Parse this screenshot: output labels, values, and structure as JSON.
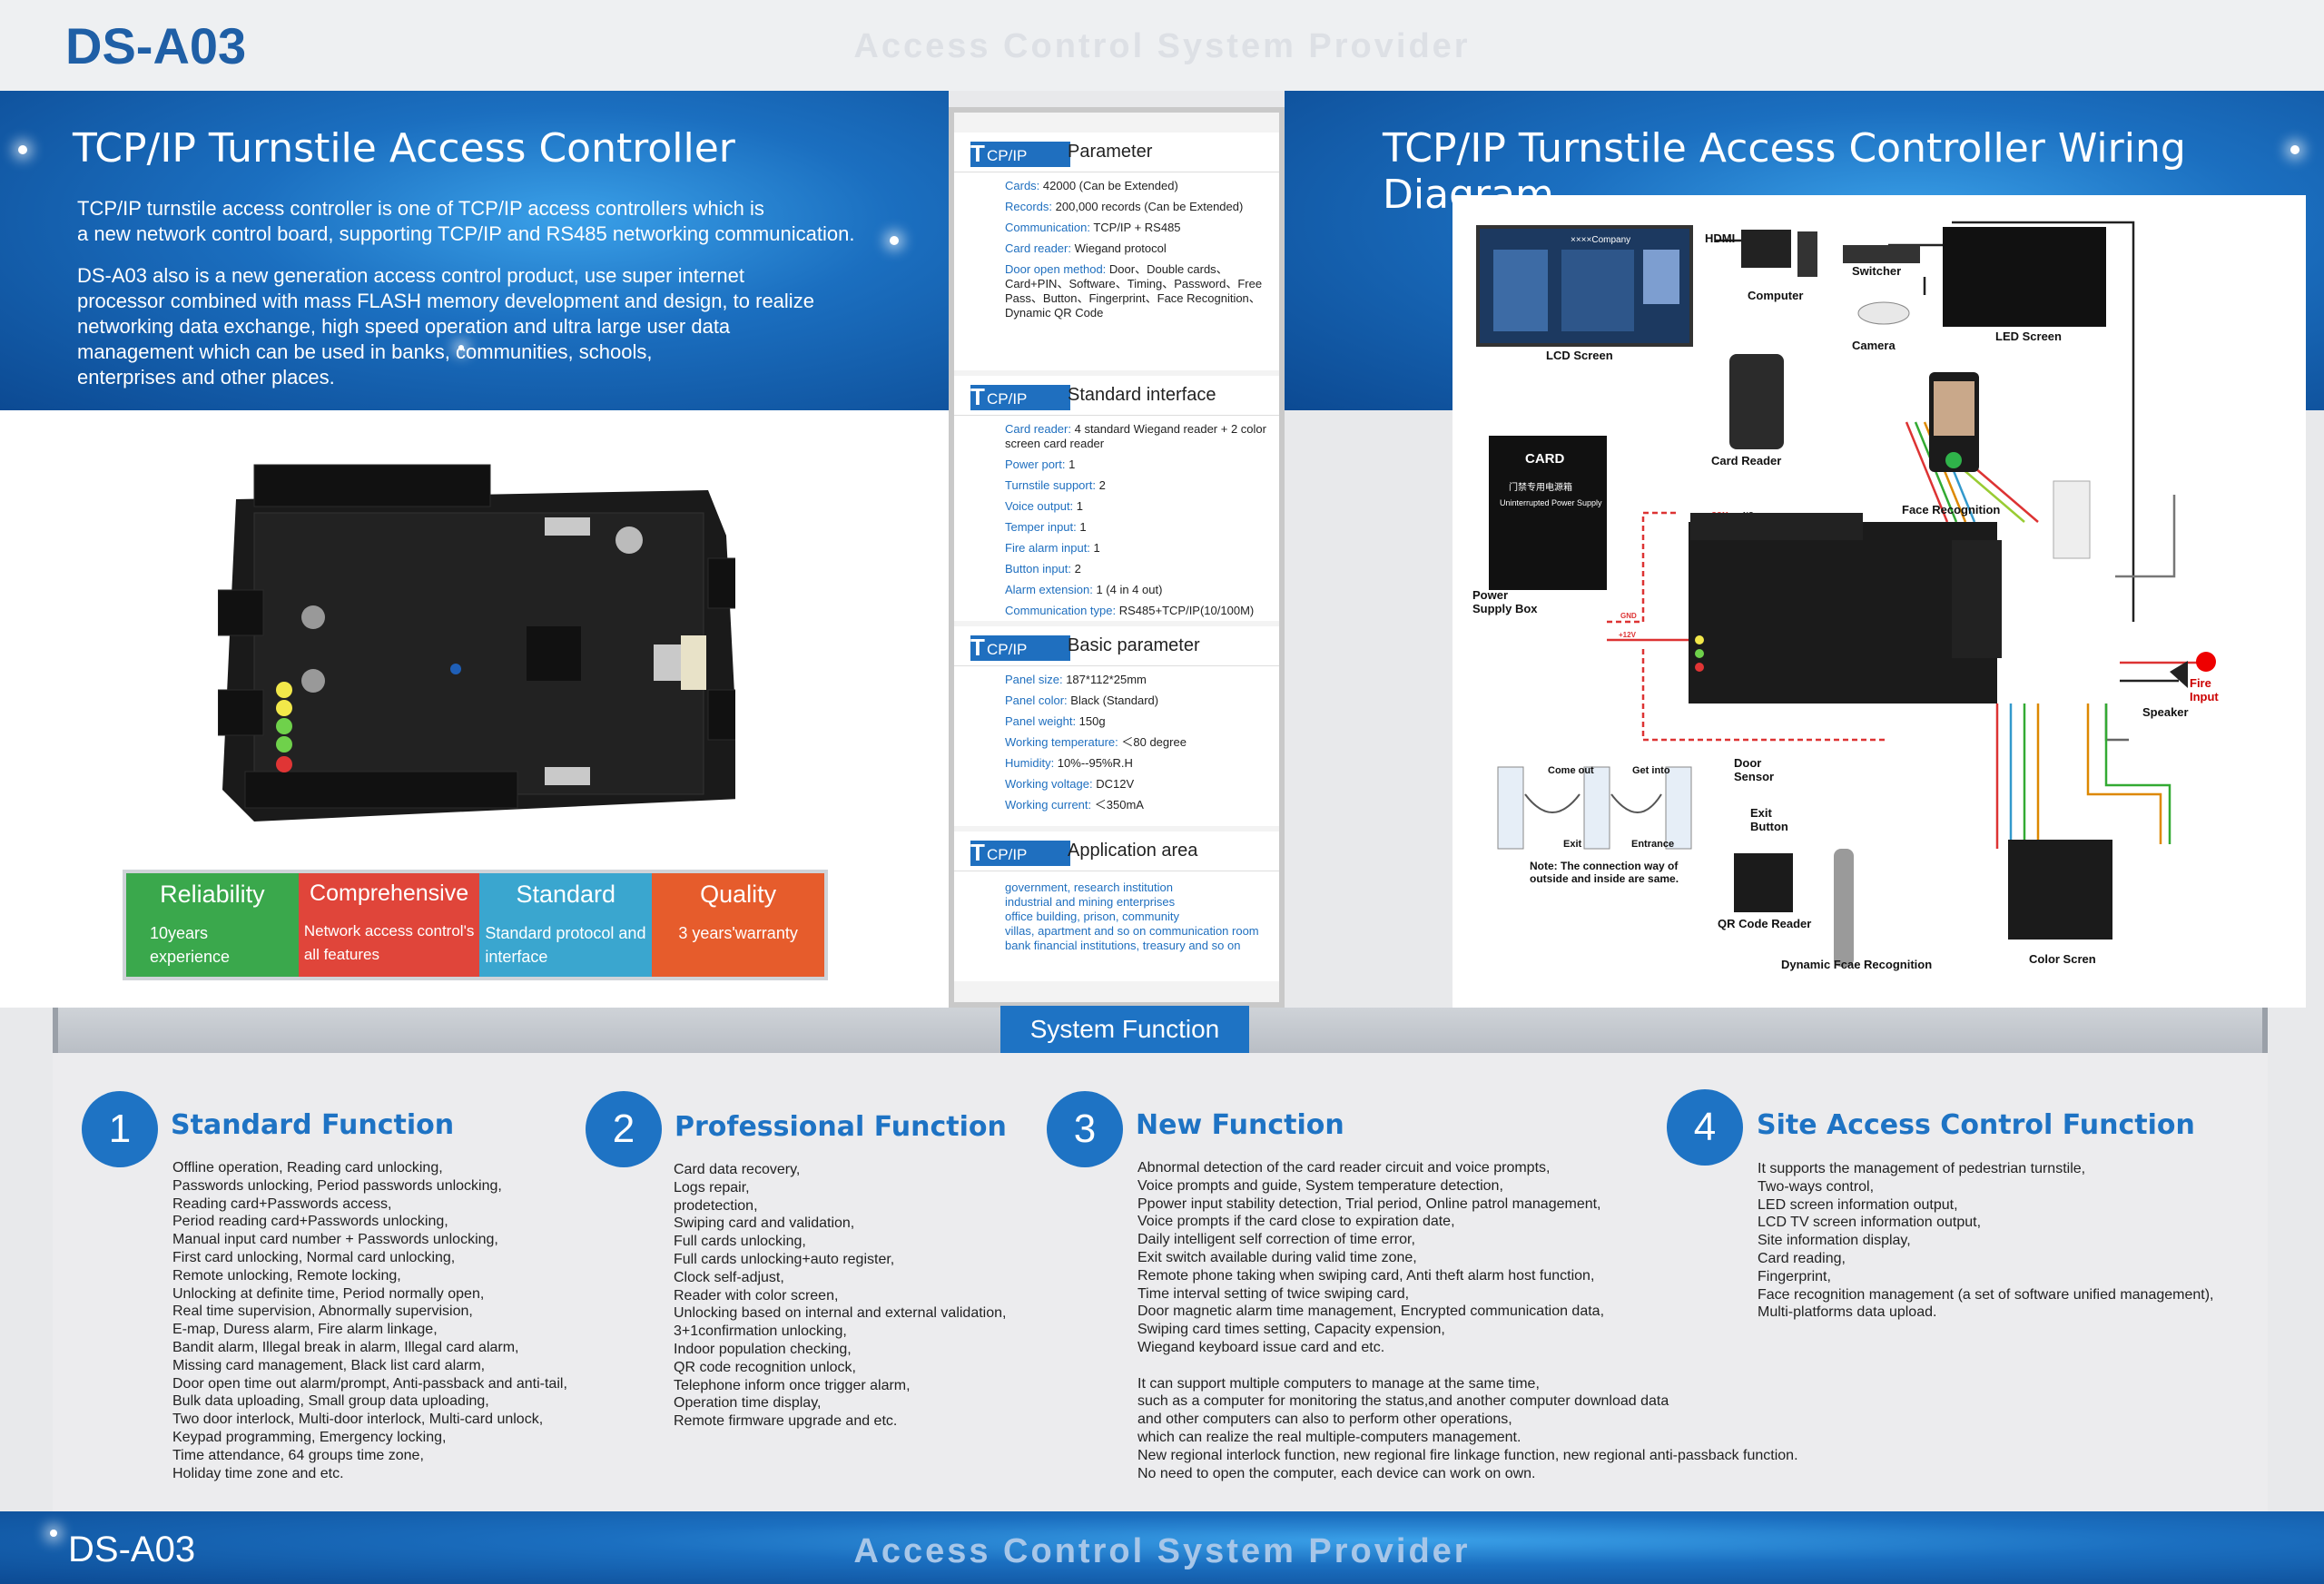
{
  "header": {
    "model": "DS-A03",
    "tagline": "Access Control System Provider"
  },
  "left": {
    "title": "TCP/IP Turnstile Access Controller",
    "intro1": "TCP/IP turnstile access controller is one of TCP/IP access controllers which is\na new network control board, supporting TCP/IP and RS485 networking communication.",
    "intro2": "DS-A03 also is a new generation access control product, use super internet\nprocessor combined with mass FLASH memory development and design, to realize\nnetworking data exchange, high speed operation and ultra large user data\nmanagement which can be used in banks, communities, schools,\nenterprises and other places."
  },
  "features": [
    {
      "title": "Reliability",
      "desc": "10years\nexperience",
      "color": "#3aa84c"
    },
    {
      "title": "Comprehensive",
      "desc": "Network access control's\nall features",
      "color": "#e0453a"
    },
    {
      "title": "Standard",
      "desc": "Standard protocol and\ninterface",
      "color": "#3aa6cf"
    },
    {
      "title": "Quality",
      "desc": "3 years'warranty",
      "color": "#e65c2c"
    }
  ],
  "params": {
    "tag": "CP/IP",
    "tag_letter": "T",
    "parameter": {
      "title": "Parameter",
      "rows": [
        {
          "k": "Cards:",
          "v": " 42000 (Can be Extended)"
        },
        {
          "k": "Records:",
          "v": " 200,000 records (Can be Extended)"
        },
        {
          "k": "Communication:",
          "v": " TCP/IP + RS485"
        },
        {
          "k": "Card reader:",
          "v": " Wiegand protocol"
        },
        {
          "k": "Door open method:",
          "v": " Door、Double cards、Card+PIN、Software、Timing、Password、Free Pass、Button、Fingerprint、Face Recognition、Dynamic QR Code"
        }
      ]
    },
    "interface": {
      "title": "Standard interface",
      "rows": [
        {
          "k": "Card reader:",
          "v": "  4 standard Wiegand reader + 2 color screen card reader"
        },
        {
          "k": "Power port:",
          "v": " 1"
        },
        {
          "k": "Turnstile support:",
          "v": " 2"
        },
        {
          "k": "Voice output:",
          "v": " 1"
        },
        {
          "k": "Temper input:",
          "v": " 1"
        },
        {
          "k": "Fire alarm input:",
          "v": " 1"
        },
        {
          "k": "Button input:",
          "v": " 2"
        },
        {
          "k": "Alarm extension:",
          "v": " 1 (4 in 4 out)"
        },
        {
          "k": "Communication type:",
          "v": " RS485+TCP/IP(10/100M)"
        }
      ]
    },
    "basic": {
      "title": "Basic parameter",
      "rows": [
        {
          "k": "Panel size:",
          "v": " 187*112*25mm"
        },
        {
          "k": "Panel color:",
          "v": " Black (Standard)"
        },
        {
          "k": "Panel weight:",
          "v": " 150g"
        },
        {
          "k": "Working temperature:",
          "v": " ＜80 degree"
        },
        {
          "k": "Humidity:",
          "v": " 10%--95%R.H"
        },
        {
          "k": "Working voltage:",
          "v": " DC12V"
        },
        {
          "k": "Working current:",
          "v": " ＜350mA"
        }
      ]
    },
    "application": {
      "title": "Application area",
      "items": [
        "government, research institution",
        "industrial and mining enterprises",
        "office building, prison, community",
        "villas, apartment and so on communication room",
        "bank financial institutions, treasury and so on"
      ]
    }
  },
  "wiring": {
    "title": "TCP/IP Turnstile Access Controller Wiring Diagram",
    "labels": {
      "lcd": "LCD Screen",
      "hdmi": "HDMI",
      "computer": "Computer",
      "switcher": "Switcher",
      "camera": "Camera",
      "led": "LED Screen",
      "card_reader": "Card Reader",
      "face": "Face Recognition",
      "card": "CARD",
      "psu_cn": "门禁专用电源箱",
      "psu_en": "Uninterrupted Power Supply",
      "psu": "Power\nSupply Box",
      "fire": "Fire\nInput",
      "speaker": "Speaker",
      "door_sensor": "Door\nSensor",
      "exit_button": "Exit\nButton",
      "come_out": "Come out",
      "get_into": "Get into",
      "exit": "Exit",
      "entrance": "Entrance",
      "note": "Note: The connection way of\noutside and inside are same.",
      "qr": "QR Code Reader",
      "dynamic_face": "Dynamic Fcae Recognition",
      "color_screen": "Color Scren",
      "company": "××××Company",
      "gnd": "GND",
      "v12": "+12V",
      "no": "NO",
      "com": "COM"
    }
  },
  "system": {
    "title": "System Function",
    "columns": [
      {
        "num": "1",
        "title": "Standard Function",
        "items": "Offline operation, Reading card unlocking,\nPasswords unlocking, Period passwords unlocking,\nReading card+Passwords access,\nPeriod reading card+Passwords unlocking,\nManual input card number + Passwords unlocking,\nFirst card unlocking, Normal card unlocking,\nRemote unlocking, Remote locking,\nUnlocking at definite time, Period normally open,\nReal time supervision, Abnormally supervision,\nE-map, Duress alarm, Fire alarm linkage,\nBandit alarm, Illegal break in alarm, Illegal card alarm,\nMissing card management, Black list card alarm,\nDoor open time out alarm/prompt, Anti-passback and anti-tail,\nBulk data uploading, Small group data uploading,\nTwo door interlock, Multi-door interlock, Multi-card unlock,\nKeypad programming, Emergency locking,\nTime attendance, 64 groups time zone,\nHoliday time zone and etc."
      },
      {
        "num": "2",
        "title": "Professional Function",
        "items": "Card data recovery,\nLogs repair,\nprodetection,\nSwiping card and validation,\nFull cards unlocking,\nFull cards unlocking+auto register,\nClock self-adjust,\nReader with color screen,\nUnlocking based on internal and external validation,\n3+1confirmation unlocking,\nIndoor population checking,\nQR code recognition unlock,\nTelephone inform once trigger alarm,\nOperation time display,\nRemote firmware upgrade and etc."
      },
      {
        "num": "3",
        "title": "New Function",
        "items": "Abnormal detection of the card reader circuit and voice prompts,\nVoice prompts and guide, System temperature detection,\nPpower input stability detection, Trial period, Online patrol management,\nVoice prompts if the card close to expiration date,\nDaily intelligent self correction of time error,\nExit switch available during valid time zone,\nRemote phone taking when swiping card, Anti theft alarm host function,\nTime interval setting of twice swiping card,\nDoor magnetic alarm time management, Encrypted communication data,\nSwiping card times setting, Capacity expension,\nWiegand keyboard issue card and etc.\n\nIt can support multiple computers to manage at the same time,\nsuch as a computer for monitoring the status,and another computer download data\nand other computers can also to perform other operations,\nwhich can realize the real multiple-computers management.\nNew regional interlock function, new regional fire linkage function, new regional anti-passback function.\nNo need to open the computer, each device can work on own."
      },
      {
        "num": "4",
        "title": "Site Access Control Function",
        "items": "It supports the management of pedestrian turnstile,\nTwo-ways control,\nLED screen information output,\nLCD TV screen information output,\nSite information display,\nCard reading,\nFingerprint,\nFace recognition management (a set of software unified management),\nMulti-platforms data upload."
      }
    ]
  },
  "footer": {
    "model": "DS-A03",
    "tagline": "Access Control System Provider"
  },
  "colors": {
    "brand_blue": "#1e73c4",
    "title_blue": "#1f5fa6"
  }
}
